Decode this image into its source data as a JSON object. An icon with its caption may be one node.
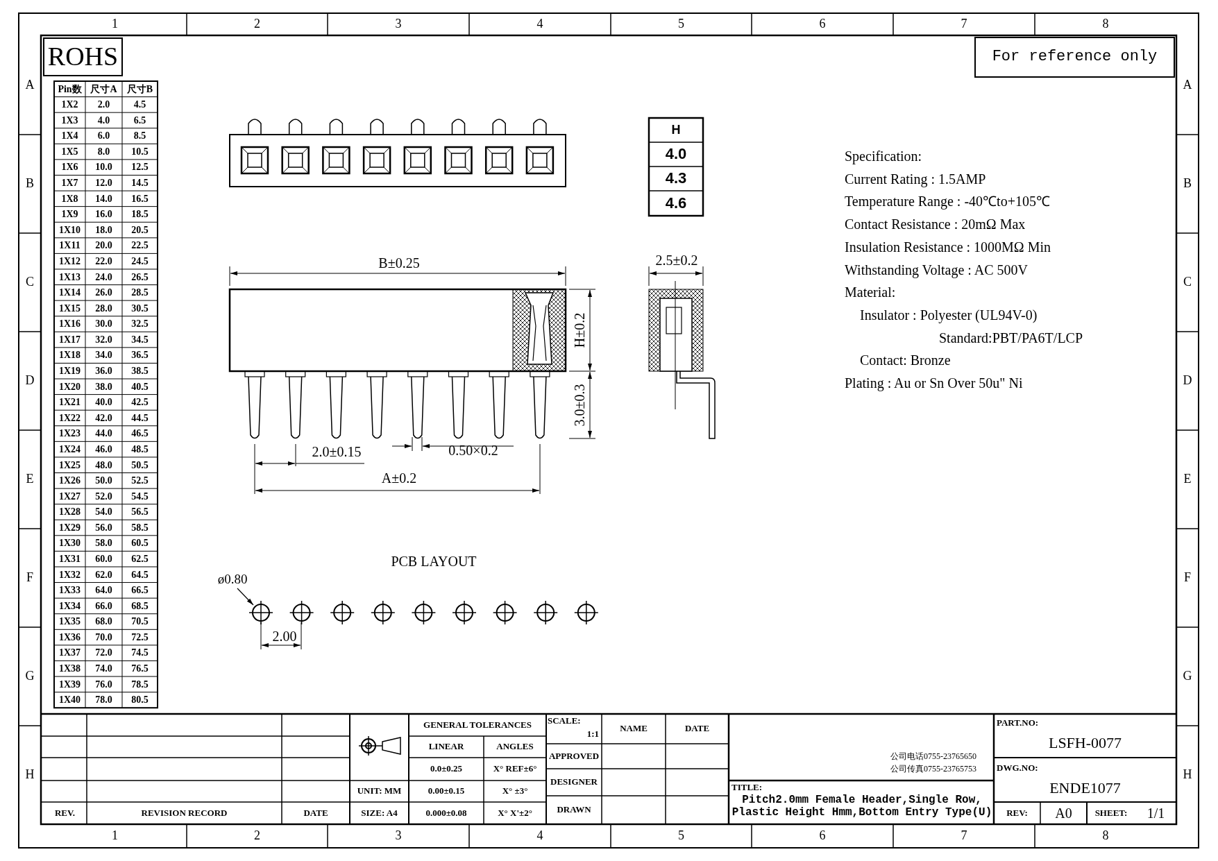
{
  "diagram": {
    "nodes": [
      {
        "text": [
          "ROHS"
        ]
      },
      {
        "text": [
          "For reference only"
        ]
      },
      {
        "text": [
          "ø0.80"
        ]
      },
      {
        "text": [],
        "shape": "circle"
      }
    ],
    "edges": [
      {
        "from": 2,
        "to": 3,
        "arrow": "to"
      }
    ],
    "labels": [
      "1",
      "2",
      "3",
      "4",
      "5",
      "6",
      "7",
      "8",
      "Pin数",
      "尺寸A",
      "尺寸B",
      "1X2",
      "2.0",
      "4.5",
      "1X3",
      "4.0",
      "6.5",
      "1X4",
      "6.0",
      "8.5",
      "1X5",
      "8.0",
      "10.5",
      "1X6",
      "10.0",
      "12.5",
      "1X7",
      "12.0",
      "14.5",
      "1X8",
      "14.0",
      "16.5",
      "1X9",
      "16.0",
      "18.5",
      "1X10",
      "18.0",
      "20.5",
      "1X11",
      "20.0",
      "22.5",
      "1X12",
      "22.0",
      "24.5",
      "1X13",
      "24.0",
      "26.5",
      "1X14",
      "26.0",
      "28.5",
      "1X15",
      "28.0",
      "30.5",
      "1X16",
      "30.0",
      "32.5",
      "1X17",
      "32.0",
      "34.5",
      "1X18",
      "34.0",
      "36.5",
      "1X19",
      "36.0",
      "38.5",
      "1X20",
      "38.0",
      "40.5",
      "1X21",
      "40.0",
      "42.5",
      "1X22",
      "42.0",
      "44.5",
      "1X23",
      "44.0",
      "46.5",
      "1X24",
      "46.0",
      "48.5",
      "1X25",
      "48.0",
      "50.5",
      "1X26",
      "50.0",
      "52.5",
      "1X27",
      "52.0",
      "54.5",
      "1X28",
      "54.0",
      "56.5",
      "1X29",
      "56.0",
      "58.5",
      "1X30",
      "58.0",
      "60.5",
      "1X31",
      "60.0",
      "62.5",
      "1X32",
      "62.0",
      "64.5",
      "1X33",
      "64.0",
      "66.5",
      "1X34",
      "66.0",
      "68.5",
      "1X35",
      "68.0",
      "70.5",
      "1X36",
      "70.0",
      "72.5",
      "1X37",
      "72.0",
      "74.5",
      "1X38",
      "74.0",
      "76.5",
      "1X39",
      "76.0",
      "78.5",
      "1X40",
      "78.0",
      "80.5",
      "H",
      "4.0",
      "4.3",
      "4.6",
      "B±0.25",
      "2.5±0.2",
      "H±0.2",
      "3.0±0.3",
      "2.0±0.15",
      "0.50×0.2",
      "A±0.2",
      "PCB LAYOUT",
      "2.00",
      "Specification:",
      "Current Rating : 1.5AMP",
      "Temperature Range : -40℃to+105℃",
      "Contact Resistance : 20mΩ Max",
      "Insulation Resistance : 1000MΩ Min",
      "Withstanding Voltage : AC 500V",
      "Material:",
      "Insulator : Polyester (UL94V-0)",
      "Standard:PBT/PA6T/LCP",
      "Contact: Bronze",
      "Plating : Au or Sn Over 50u\" Ni",
      "GENERAL TOLERANCES",
      "SCALE:",
      "1:1",
      "NAME",
      "DATE",
      "LINEAR",
      "ANGLES",
      "APPROVED",
      "0.0±0.25",
      "X° REF±6°",
      "DESIGNER",
      "UNIT: MM",
      "0.00±0.15",
      "X° ±3°",
      "SIZE: A4",
      "0.000±0.08",
      "X° X'±2°",
      "DRAWN",
      "REV.",
      "REVISION RECORD",
      "DATE",
      "公司电话0755-23765650",
      "公司传真0755-23765753",
      "TITLE:",
      "Pitch2.0mm Female Header,Single Row, Plastic Height Hmm,Bottom Entry Type(U)",
      "PART.NO:",
      "LSFH-0077",
      "DWG.NO:",
      "ENDE1077",
      "REV:",
      "A0",
      "SHEET:",
      "1/1",
      "1",
      "2",
      "3",
      "4",
      "5",
      "6",
      "7",
      "8",
      "A",
      "B",
      "C",
      "D",
      "E",
      "F",
      "G",
      "H",
      "A",
      "B",
      "C",
      "D",
      "E",
      "F",
      "G",
      "H"
    ]
  }
}
